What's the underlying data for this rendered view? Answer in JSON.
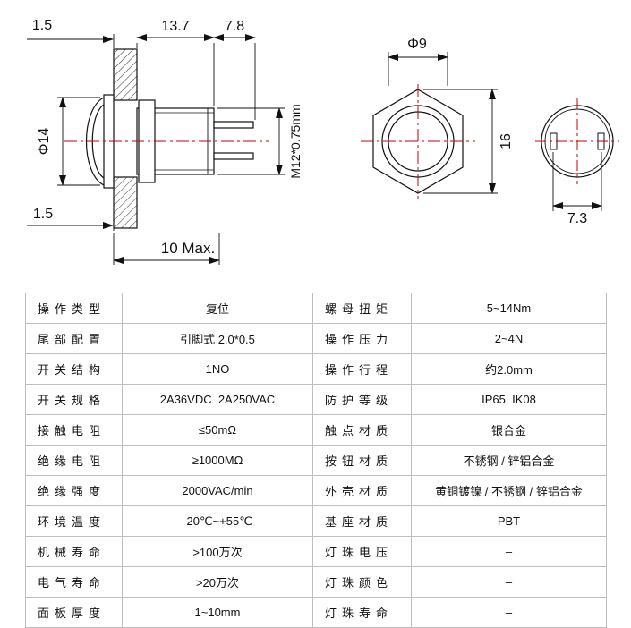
{
  "drawing": {
    "side_view": {
      "panel_thickness_top": "1.5",
      "body_length": "13.7",
      "pin_length": "7.8",
      "head_diameter": "Φ14",
      "thread_spec": "M12*0.75mm",
      "panel_thickness_bottom": "1.5",
      "max_panel_thickness": "10 Max."
    },
    "front_view": {
      "button_diameter": "Φ9",
      "across_corners": "16"
    },
    "rear_view": {
      "pin_spacing": "7.3"
    },
    "colors": {
      "centerline": "#cc0000",
      "outline": "#111111"
    }
  },
  "table": {
    "rows": [
      {
        "label1": "操作类型",
        "value1": "复位",
        "label2": "螺母扭矩",
        "value2": "5~14Nm"
      },
      {
        "label1": "尾部配置",
        "value1": "引脚式 2.0*0.5",
        "label2": "操作压力",
        "value2": "2~4N"
      },
      {
        "label1": "开关结构",
        "value1": "1NO",
        "label2": "操作行程",
        "value2": "约2.0mm"
      },
      {
        "label1": "开关规格",
        "value1": "2A36VDC  2A250VAC",
        "label2": "防护等级",
        "value2": "IP65  IK08"
      },
      {
        "label1": "接触电阻",
        "value1": "≤50mΩ",
        "label2": "触点材质",
        "value2": "银合金"
      },
      {
        "label1": "绝缘电阻",
        "value1": "≥1000MΩ",
        "label2": "按钮材质",
        "value2": "不锈钢 / 锌铝合金"
      },
      {
        "label1": "绝缘强度",
        "value1": "2000VAC/min",
        "label2": "外壳材质",
        "value2": "黄铜镀镍 / 不锈钢 / 锌铝合金"
      },
      {
        "label1": "环境温度",
        "value1": "-20℃~+55℃",
        "label2": "基座材质",
        "value2": "PBT"
      },
      {
        "label1": "机械寿命",
        "value1": ">100万次",
        "label2": "灯珠电压",
        "value2": "–"
      },
      {
        "label1": "电气寿命",
        "value1": ">20万次",
        "label2": "灯珠颜色",
        "value2": "–"
      },
      {
        "label1": "面板厚度",
        "value1": "1~10mm",
        "label2": "灯珠寿命",
        "value2": "–"
      }
    ]
  }
}
